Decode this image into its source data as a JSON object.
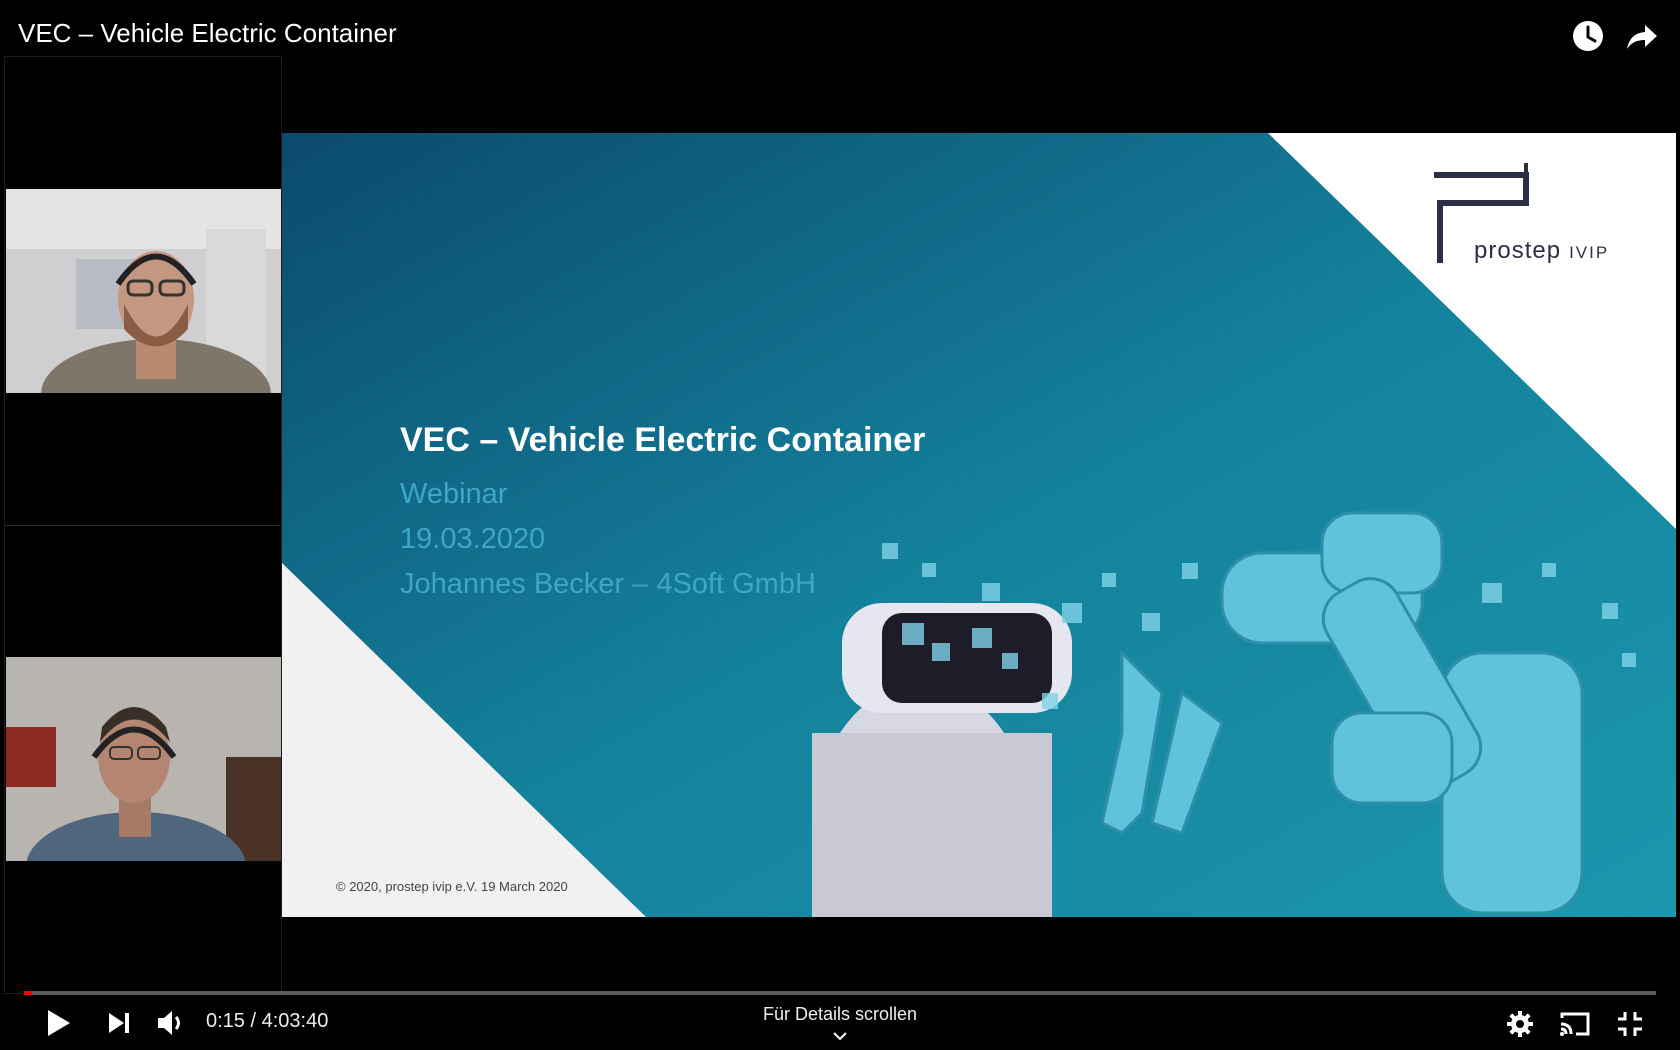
{
  "video": {
    "title": "VEC – Vehicle Electric Container",
    "watch_later_icon": "clock-icon",
    "share_icon": "share-arrow-icon"
  },
  "slide": {
    "title": "VEC – Vehicle Electric Container",
    "subtitle": "Webinar",
    "date": "19.03.2020",
    "presenter": "Johannes Becker – 4Soft GmbH",
    "copyright": "© 2020, prostep ivip e.V. 19 March 2020",
    "logo_name": "prostep",
    "logo_suffix": "IVIP",
    "colors": {
      "background": "#0f6e86",
      "title": "#ffffff",
      "subtitle": "#3ea6c6"
    }
  },
  "player": {
    "current_time": "0:15",
    "separator": " / ",
    "duration": "4:03:40",
    "progress_fraction": 0.001,
    "scroll_hint": "Für Details scrollen",
    "accent_color": "#ff0000",
    "icons": {
      "play": "play-icon",
      "next": "next-icon",
      "volume": "volume-icon",
      "settings": "gear-icon",
      "cast": "cast-icon",
      "fullscreen": "exit-fullscreen-icon"
    }
  }
}
